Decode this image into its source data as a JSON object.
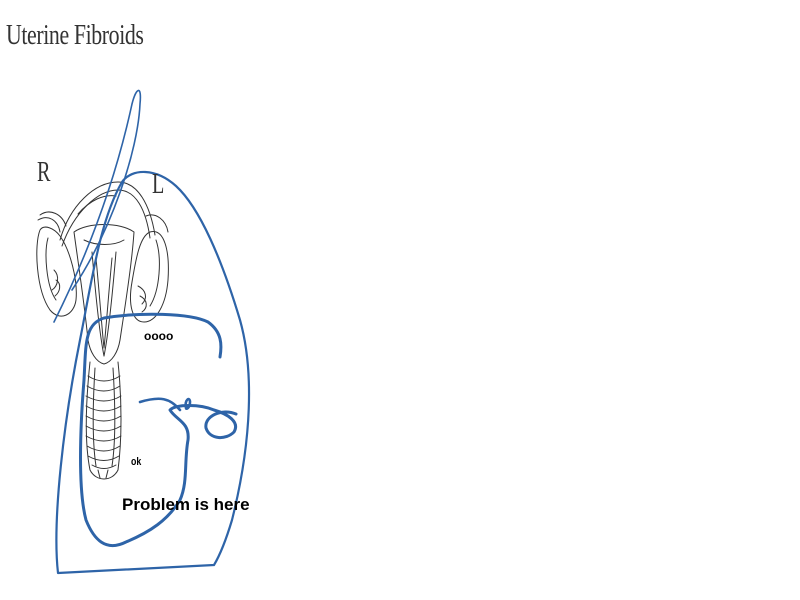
{
  "title": "Uterine Fibroids",
  "labels": {
    "right": "R",
    "left": "L"
  },
  "annotations": {
    "oooo": "oooo",
    "ok": "ok",
    "problem": "Problem is here"
  },
  "colors": {
    "ink": "#2e64a8",
    "sketch": "#333333",
    "text": "#000000"
  }
}
